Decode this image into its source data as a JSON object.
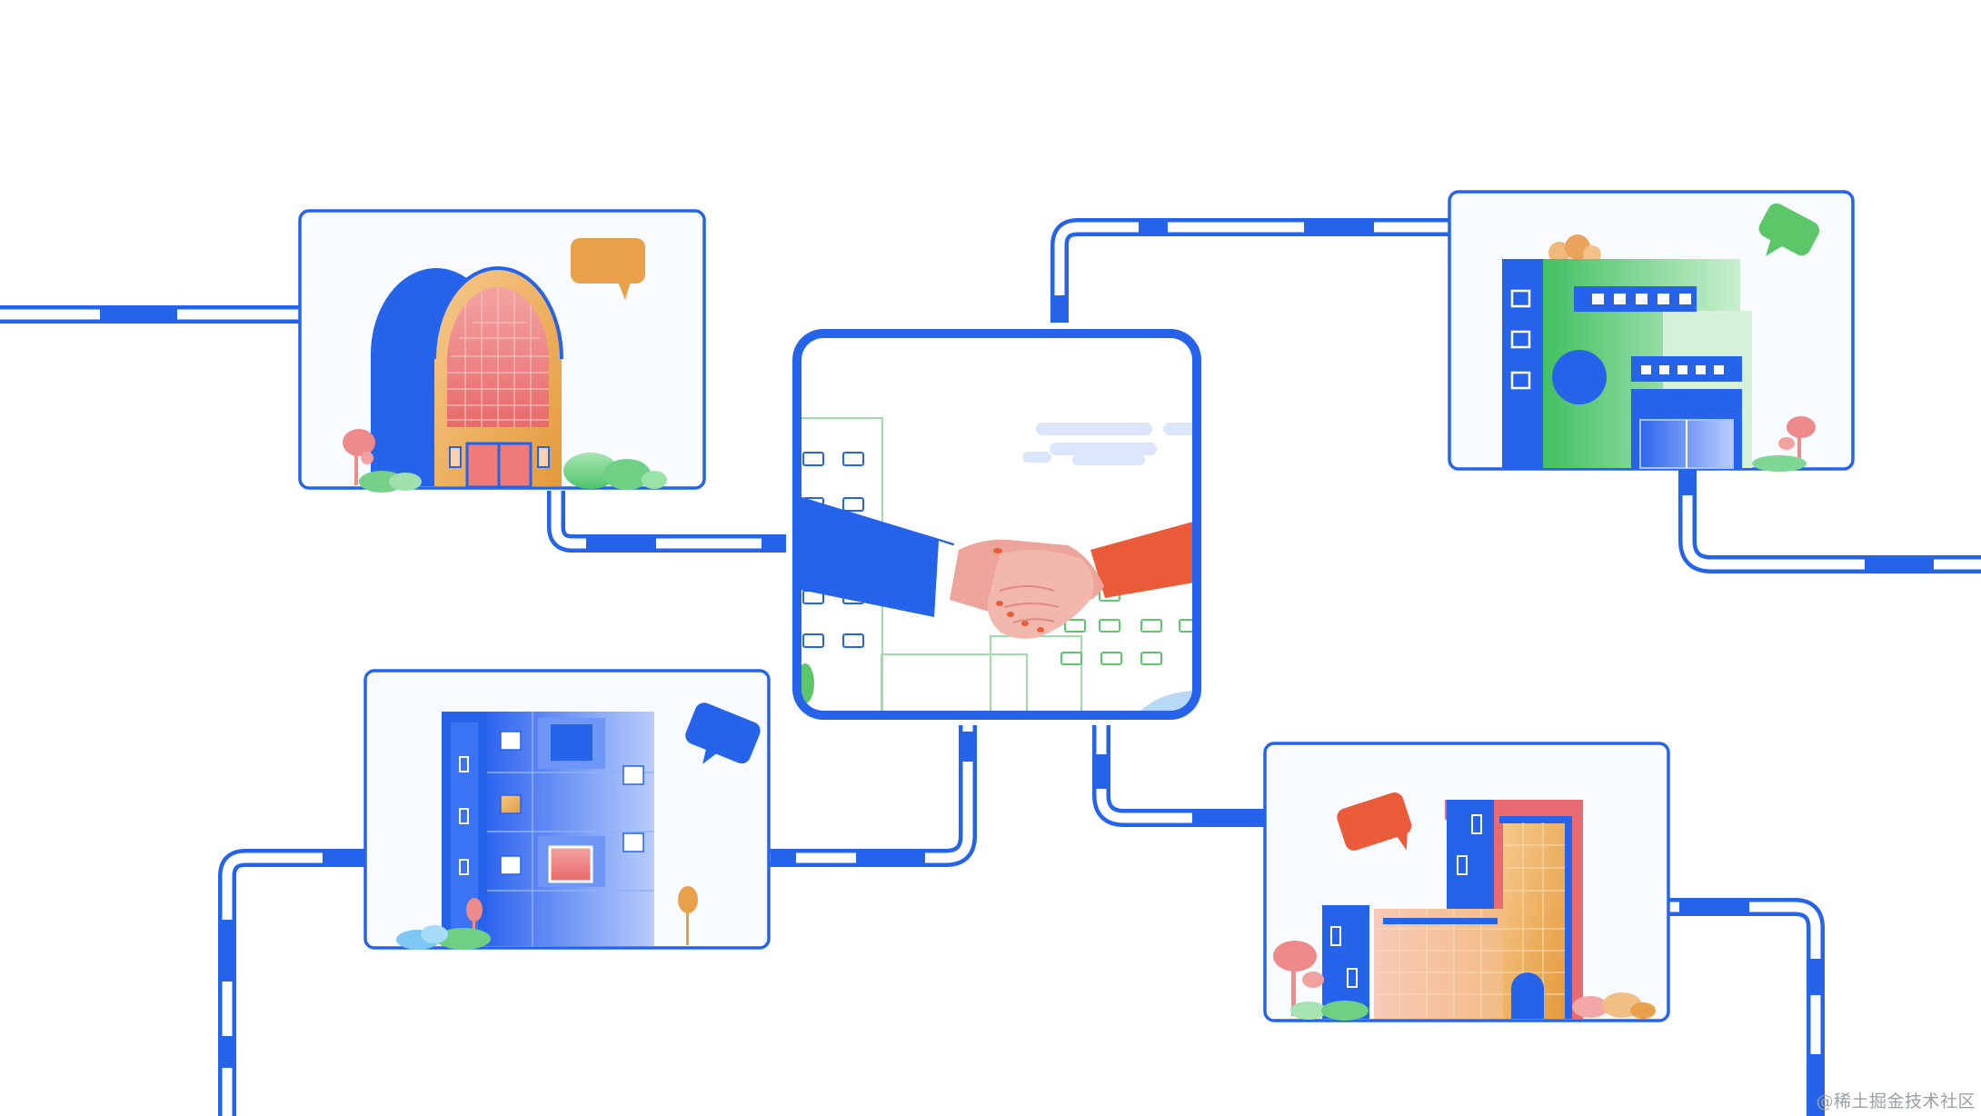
{
  "scene": {
    "name": "business-partnership-network-illustration",
    "colors": {
      "accent": "#2563eb",
      "card_bg": "#f8fbff",
      "orange": "#e9a04a",
      "coral": "#ea5b3a",
      "green": "#5cc768",
      "pink": "#ef8a8a",
      "skin": "#eda49a"
    },
    "cards": [
      {
        "name": "arched-building-card",
        "icon": "arched-building-icon",
        "bubble_color": "#e9a04a"
      },
      {
        "name": "green-office-card",
        "icon": "green-office-building-icon",
        "bubble_color": "#5cc768"
      },
      {
        "name": "blue-tower-card",
        "icon": "blue-tower-building-icon",
        "bubble_color": "#2563eb"
      },
      {
        "name": "l-shaped-building-card",
        "icon": "l-shaped-building-icon",
        "bubble_color": "#ea5b3a"
      }
    ],
    "center": {
      "name": "handshake-frame",
      "icon": "handshake-icon"
    }
  },
  "watermark": "@稀土掘金技术社区"
}
